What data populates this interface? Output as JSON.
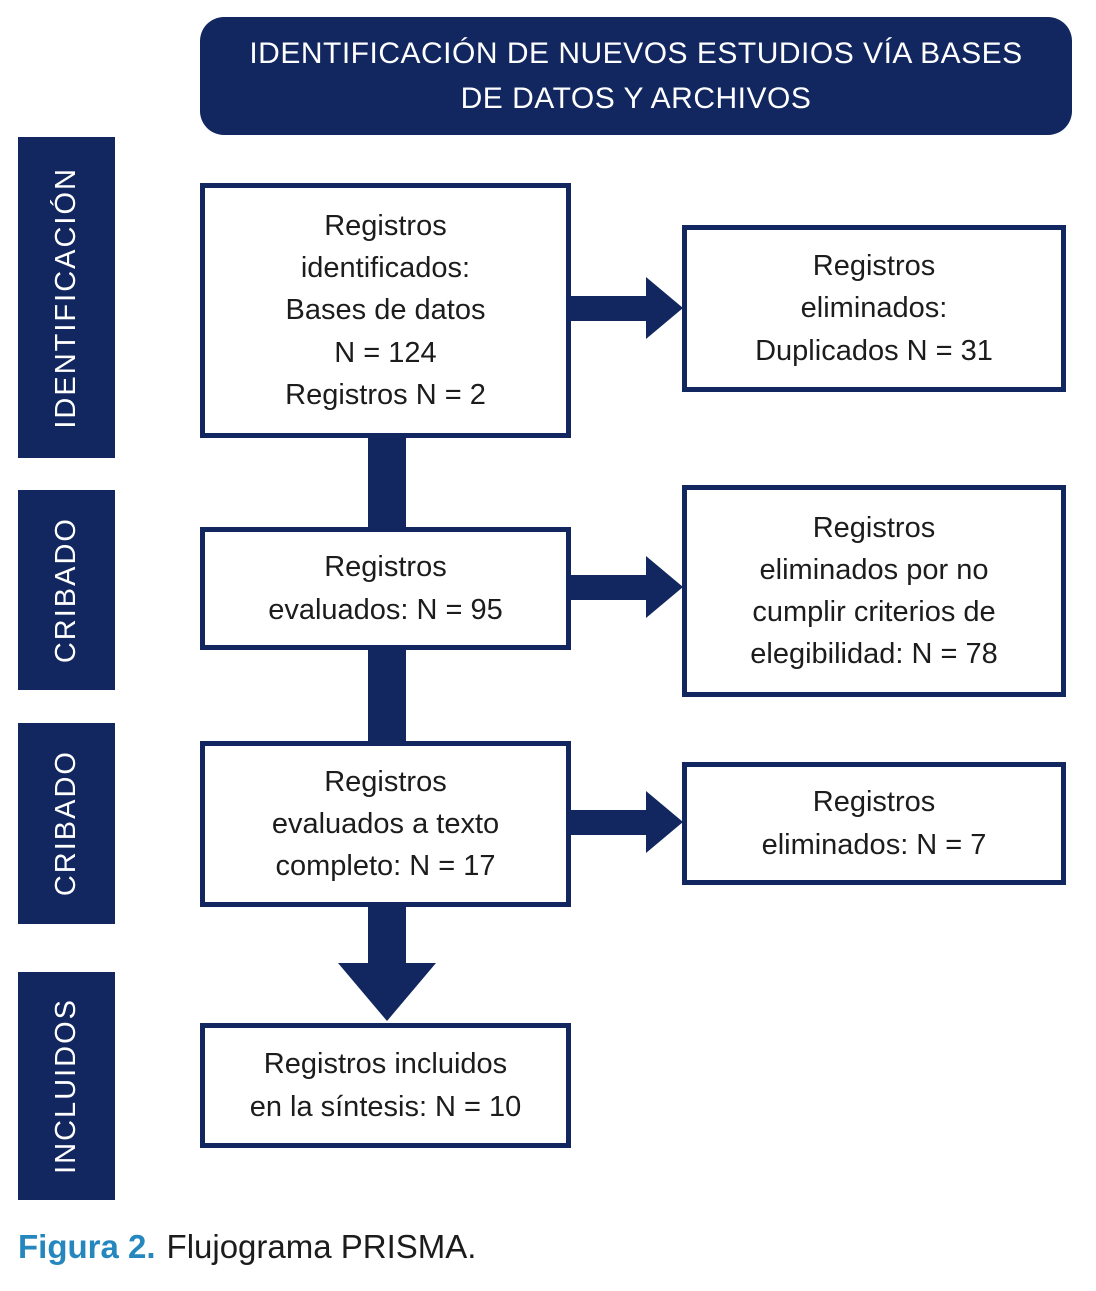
{
  "banner": {
    "title": "IDENTIFICACIÓN DE NUEVOS ESTUDIOS VÍA BASES\nDE DATOS Y ARCHIVOS"
  },
  "sidebar": {
    "stages": [
      {
        "label": "IDENTIFICACIÓN"
      },
      {
        "label": "CRIBADO"
      },
      {
        "label": "CRIBADO"
      },
      {
        "label": "INCLUIDOS"
      }
    ]
  },
  "flow": {
    "main_boxes": [
      {
        "text": "Registros\nidentificados:\nBases de datos\nN = 124\nRegistros N = 2"
      },
      {
        "text": "Registros\nevaluados: N = 95"
      },
      {
        "text": "Registros\nevaluados a texto\ncompleto: N = 17"
      },
      {
        "text": "Registros incluidos\nen la síntesis: N = 10"
      }
    ],
    "side_boxes": [
      {
        "text": "Registros\neliminados:\nDuplicados N = 31"
      },
      {
        "text": "Registros\neliminados por no\ncumplir criterios de\nelegibilidad: N = 78"
      },
      {
        "text": "Registros\neliminados: N = 7"
      }
    ]
  },
  "caption": {
    "label": "Figura 2.",
    "text": "Flujograma PRISMA."
  },
  "colors": {
    "navy": "#12275F",
    "caption_blue": "#2587BD",
    "text": "#1C1C1C"
  }
}
